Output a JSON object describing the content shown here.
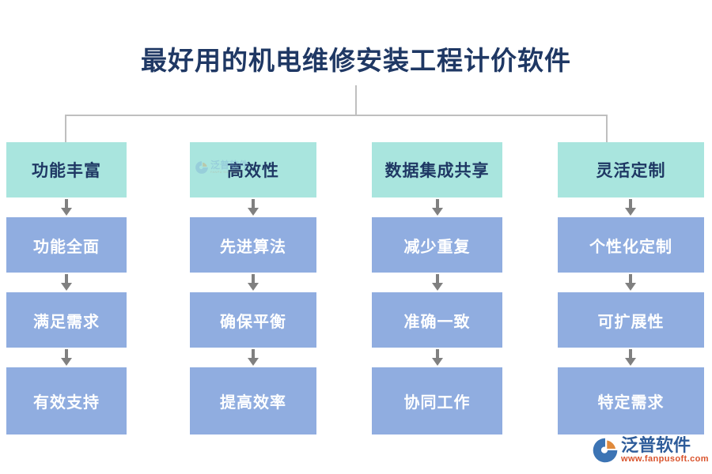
{
  "title": "最好用的机电维修安装工程计价软件",
  "colors": {
    "title_text": "#1F3864",
    "head_box_bg": "#A9E5DE",
    "head_box_text": "#1F3864",
    "sub_box_bg": "#90ADE0",
    "sub_box_text": "#FFFFFF",
    "connector": "#BFBFBF",
    "arrow": "#808080",
    "logo_blue": "#2E5C9A",
    "logo_orange": "#D9532C",
    "background": "#FFFFFF"
  },
  "columns": [
    {
      "head": "功能丰富",
      "steps": [
        "功能全面",
        "满足需求",
        "有效支持"
      ]
    },
    {
      "head": "高效性",
      "steps": [
        "先进算法",
        "确保平衡",
        "提高效率"
      ]
    },
    {
      "head": "数据集成共享",
      "steps": [
        "减少重复",
        "准确一致",
        "协同工作"
      ]
    },
    {
      "head": "灵活定制",
      "steps": [
        "个性化定制",
        "可扩展性",
        "特定需求"
      ]
    }
  ],
  "watermark": {
    "name": "泛普软件",
    "sub": "FANPU SOFTWARE"
  },
  "logo": {
    "name": "泛普软件",
    "url": "www.fanpusoft.com"
  }
}
